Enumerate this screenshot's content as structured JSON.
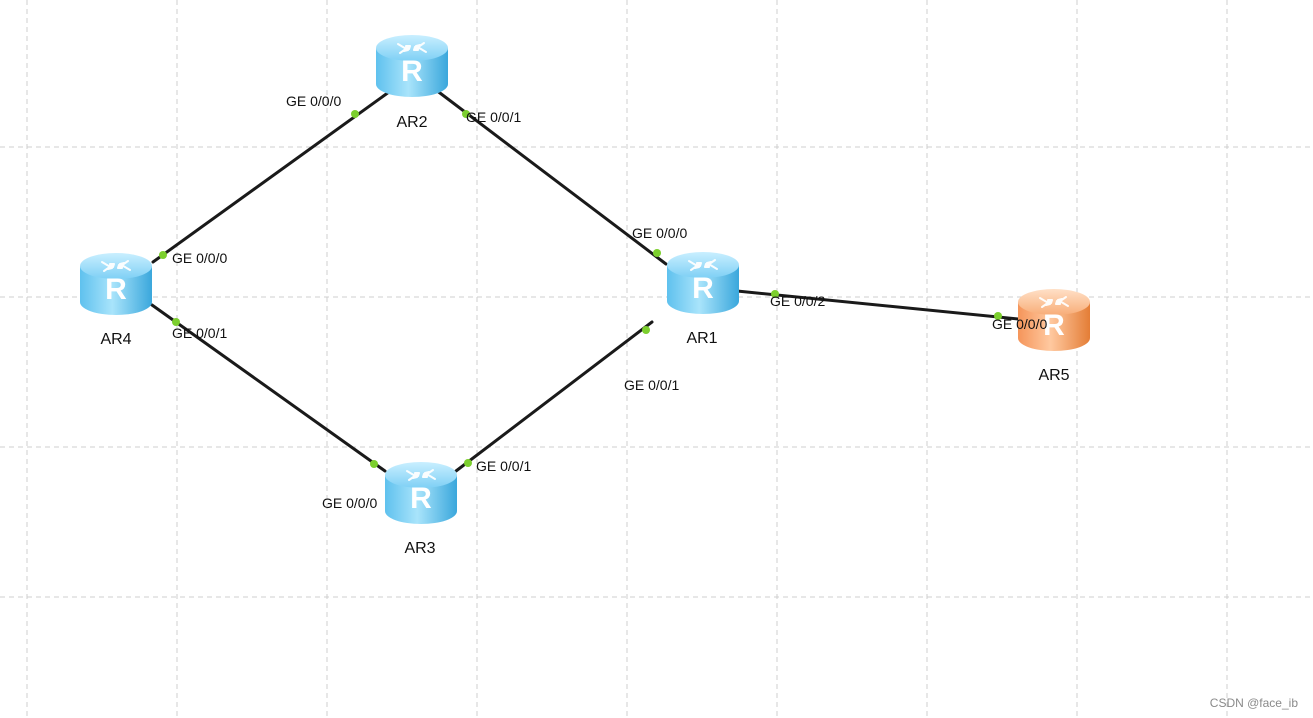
{
  "colors": {
    "router_blue_light": "#a9e4fb",
    "router_blue": "#63c3ee",
    "router_blue_dark": "#3aa7dc",
    "router_orange_light": "#ffd0a8",
    "router_orange": "#f89c5a",
    "router_orange_dark": "#e47d36",
    "link": "#1a1a1a",
    "port_dot": "#7ccf2e",
    "grid": "#cfcfcf"
  },
  "devices": [
    {
      "id": "AR1",
      "label": "AR1",
      "icon": "router-icon",
      "color": "blue"
    },
    {
      "id": "AR2",
      "label": "AR2",
      "icon": "router-icon",
      "color": "blue"
    },
    {
      "id": "AR3",
      "label": "AR3",
      "icon": "router-icon",
      "color": "blue"
    },
    {
      "id": "AR4",
      "label": "AR4",
      "icon": "router-icon",
      "color": "blue"
    },
    {
      "id": "AR5",
      "label": "AR5",
      "icon": "router-icon",
      "color": "orange"
    }
  ],
  "links": [
    {
      "from": "AR4",
      "from_port": "GE 0/0/0",
      "to": "AR2",
      "to_port": "GE 0/0/0"
    },
    {
      "from": "AR2",
      "from_port": "GE 0/0/1",
      "to": "AR1",
      "to_port": "GE 0/0/0"
    },
    {
      "from": "AR4",
      "from_port": "GE 0/0/1",
      "to": "AR3",
      "to_port": "GE 0/0/0"
    },
    {
      "from": "AR3",
      "from_port": "GE 0/0/1",
      "to": "AR1",
      "to_port": "GE 0/0/1"
    },
    {
      "from": "AR1",
      "from_port": "GE 0/0/2",
      "to": "AR5",
      "to_port": "GE 0/0/0"
    }
  ],
  "watermark": "CSDN @face_ib"
}
